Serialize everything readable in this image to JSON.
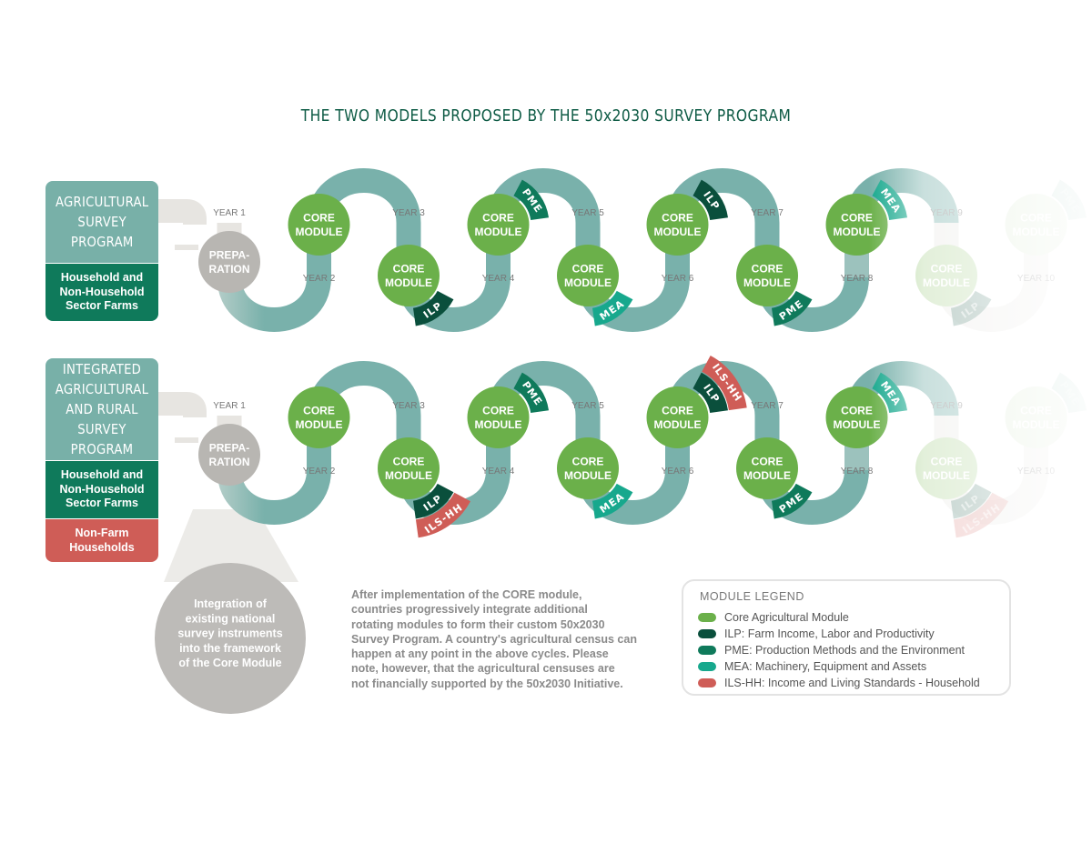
{
  "title": "THE TWO MODELS PROPOSED BY THE 50x2030 SURVEY PROGRAM",
  "colors": {
    "teal_track": "#79b1ab",
    "core": "#6bb04a",
    "ilp": "#0a4f3c",
    "pme": "#0f7a5b",
    "mea": "#17a88d",
    "ils": "#cf5d57",
    "prep": "#b8b6b2",
    "title": "#0e5b45"
  },
  "rows": [
    {
      "program": "AGRICULTURAL\nSURVEY\nPROGRAM",
      "sectors": [
        {
          "label": "Household and\nNon-Household\nSector Farms",
          "kind": "farm"
        }
      ],
      "years": [
        {
          "label": "YEAR 1",
          "circle": "PREPA-\nRATION",
          "tags": []
        },
        {
          "label": "YEAR 2",
          "circle": "CORE\nMODULE",
          "tags": []
        },
        {
          "label": "YEAR 3",
          "circle": "CORE\nMODULE",
          "tags": [
            "ILP"
          ]
        },
        {
          "label": "YEAR 4",
          "circle": "CORE\nMODULE",
          "tags": [
            "PME"
          ]
        },
        {
          "label": "YEAR 5",
          "circle": "CORE\nMODULE",
          "tags": [
            "MEA"
          ]
        },
        {
          "label": "YEAR 6",
          "circle": "CORE\nMODULE",
          "tags": [
            "ILP"
          ]
        },
        {
          "label": "YEAR 7",
          "circle": "CORE\nMODULE",
          "tags": [
            "PME"
          ]
        },
        {
          "label": "YEAR 8",
          "circle": "CORE\nMODULE",
          "tags": [
            "MEA"
          ]
        },
        {
          "label": "YEAR 9",
          "circle": "CORE\nMODULE",
          "tags": [
            "ILP"
          ]
        },
        {
          "label": "YEAR 10",
          "circle": "CORE\nMODULE",
          "tags": [
            "PME"
          ]
        }
      ]
    },
    {
      "program": "INTEGRATED\nAGRICULTURAL\nAND RURAL\nSURVEY PROGRAM",
      "sectors": [
        {
          "label": "Household and\nNon-Household\nSector Farms",
          "kind": "farm"
        },
        {
          "label": "Non-Farm\nHouseholds",
          "kind": "household"
        }
      ],
      "years": [
        {
          "label": "YEAR 1",
          "circle": "PREPA-\nRATION",
          "tags": []
        },
        {
          "label": "YEAR 2",
          "circle": "CORE\nMODULE",
          "tags": []
        },
        {
          "label": "YEAR 3",
          "circle": "CORE\nMODULE",
          "tags": [
            "ILP",
            "ILS-HH"
          ]
        },
        {
          "label": "YEAR 4",
          "circle": "CORE\nMODULE",
          "tags": [
            "PME"
          ]
        },
        {
          "label": "YEAR 5",
          "circle": "CORE\nMODULE",
          "tags": [
            "MEA"
          ]
        },
        {
          "label": "YEAR 6",
          "circle": "CORE\nMODULE",
          "tags": [
            "ILP",
            "ILS-HH"
          ]
        },
        {
          "label": "YEAR 7",
          "circle": "CORE\nMODULE",
          "tags": [
            "PME"
          ]
        },
        {
          "label": "YEAR 8",
          "circle": "CORE\nMODULE",
          "tags": [
            "MEA"
          ]
        },
        {
          "label": "YEAR 9",
          "circle": "CORE\nMODULE",
          "tags": [
            "ILP",
            "ILS-HH"
          ]
        },
        {
          "label": "YEAR 10",
          "circle": "CORE\nMODULE",
          "tags": [
            "PME"
          ]
        }
      ]
    }
  ],
  "integration_note": "Integration of\nexisting national\nsurvey instruments\ninto the framework\nof the Core Module",
  "program_text": "After implementation of the CORE module, countries progressively integrate additional rotating modules to form their custom 50x2030 Survey Program. A country's agricultural census can happen at any point in the above cycles. Please note, however, that the agricultural censuses are not financially supported by the 50x2030 Initiative.",
  "program_text_lines": [
    "After implementation of the CORE module,",
    "countries progressively integrate additional",
    "rotating modules to form their custom 50x2030",
    "Survey Program. A country's agricultural census can",
    "happen at any point in the above cycles. Please",
    "note, however, that the agricultural censuses are",
    "not financially supported by the 50x2030 Initiative."
  ],
  "legend": {
    "title": "MODULE LEGEND",
    "items": [
      {
        "label": "Core Agricultural Module",
        "color": "#6bb04a"
      },
      {
        "label": "ILP: Farm Income, Labor and Productivity",
        "color": "#0a4f3c"
      },
      {
        "label": "PME: Production Methods and the Environment",
        "color": "#0f7a5b"
      },
      {
        "label": "MEA: Machinery, Equipment and Assets",
        "color": "#17a88d"
      },
      {
        "label": "ILS-HH: Income and Living Standards - Household",
        "color": "#cf5d57"
      }
    ]
  }
}
